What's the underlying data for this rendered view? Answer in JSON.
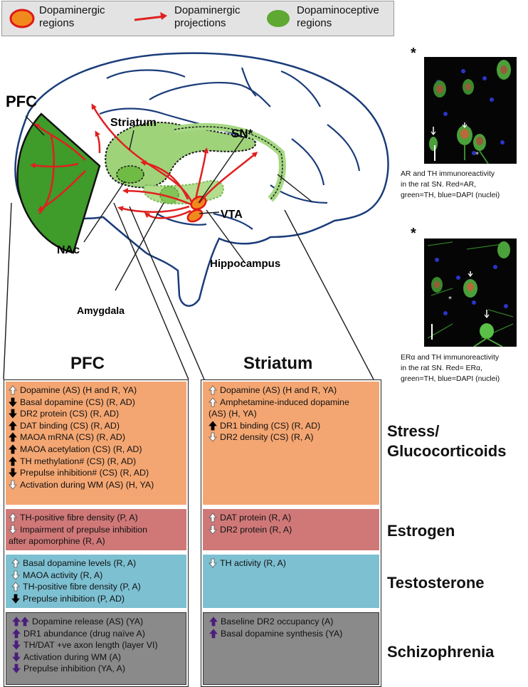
{
  "legend": {
    "regions": "Dopaminergic\nregions",
    "projections": "Dopaminergic\nprojections",
    "dopaminoceptive": "Dopaminoceptive\nregions"
  },
  "brain_labels": {
    "pfc": "PFC",
    "striatum": "Striatum",
    "sn": "SN*",
    "vta": "VTA",
    "nac": "NAc",
    "hippocampus": "Hippocampus",
    "amygdala": "Amygdala"
  },
  "panels": {
    "pfc_title": "PFC",
    "striatum_title": "Striatum"
  },
  "colors": {
    "stress": "#f4a672",
    "estrogen": "#d07878",
    "testosterone": "#7dc0d2",
    "schizophrenia": "#8a8a8a",
    "dopaminoceptive": "#6ab43c",
    "projection": "#e02020",
    "up_white": "#ffffff",
    "down_black": "#000000",
    "purple": "#4b1e7a"
  },
  "conditions": {
    "stress": "Stress/\nGlucocorticoids",
    "estrogen": "Estrogen",
    "testosterone": "Testosterone",
    "schizophrenia": "Schizophrenia"
  },
  "pfc": {
    "stress": [
      {
        "arrows": [
          "up-white"
        ],
        "text": "Dopamine (AS) (H and R, YA)"
      },
      {
        "arrows": [
          "down-black"
        ],
        "text": "Basal dopamine (CS) (R, AD)"
      },
      {
        "arrows": [
          "down-black"
        ],
        "text": "DR2 protein (CS) (R, AD)"
      },
      {
        "arrows": [
          "up-black"
        ],
        "text": "DAT binding (CS) (R, AD)"
      },
      {
        "arrows": [
          "up-black"
        ],
        "text": "MAOA mRNA (CS) (R, AD)"
      },
      {
        "arrows": [
          "up-black"
        ],
        "text": "MAOA acetylation (CS) (R, AD)"
      },
      {
        "arrows": [
          "up-black"
        ],
        "text": "TH methylation# (CS) (R, AD)"
      },
      {
        "arrows": [
          "down-black"
        ],
        "text": "Prepulse inhibition# (CS) (R, AD)"
      },
      {
        "arrows": [
          "down-white"
        ],
        "text": "Activation during WM (AS) (H, YA)"
      }
    ],
    "estrogen": [
      {
        "arrows": [
          "up-white"
        ],
        "text": "TH-positive fibre density (P, A)"
      },
      {
        "arrows": [
          "down-white"
        ],
        "text": "Impairment of prepulse inhibition"
      },
      {
        "arrows": [],
        "text": "after apomorphine (R, A)"
      }
    ],
    "testosterone": [
      {
        "arrows": [
          "up-white"
        ],
        "text": "Basal dopamine levels (R, A)"
      },
      {
        "arrows": [
          "down-white"
        ],
        "text": "MAOA activity (R, A)"
      },
      {
        "arrows": [
          "up-white"
        ],
        "text": "TH-positive fibre density (P, A)"
      },
      {
        "arrows": [
          "down-black"
        ],
        "text": "Prepulse inhibition (P, AD)"
      }
    ],
    "schizophrenia": [
      {
        "arrows": [
          "up-purple",
          "up-purple"
        ],
        "text": "Dopamine release (AS) (YA)"
      },
      {
        "arrows": [
          "up-purple"
        ],
        "text": "DR1 abundance (drug naïve A)"
      },
      {
        "arrows": [
          "down-purple"
        ],
        "text": "TH/DAT +ve axon length (layer VI)"
      },
      {
        "arrows": [
          "down-purple"
        ],
        "text": "Activation during WM (A)"
      },
      {
        "arrows": [
          "down-purple"
        ],
        "text": "Prepulse inhibition (YA, A)"
      }
    ]
  },
  "striatum": {
    "stress": [
      {
        "arrows": [
          "up-white"
        ],
        "text": "Dopamine (AS) (H and R, YA)"
      },
      {
        "arrows": [
          "up-white"
        ],
        "text": "Amphetamine-induced dopamine"
      },
      {
        "arrows": [],
        "text": "(AS) (H, YA)"
      },
      {
        "arrows": [
          "up-black"
        ],
        "text": "DR1 binding (CS) (R, AD)"
      },
      {
        "arrows": [
          "down-white"
        ],
        "text": "DR2 density (CS) (R, A)"
      }
    ],
    "estrogen": [
      {
        "arrows": [
          "up-white"
        ],
        "text": "DAT protein (R, A)"
      },
      {
        "arrows": [
          "down-white"
        ],
        "text": "DR2 protein (R, A)"
      }
    ],
    "testosterone": [
      {
        "arrows": [
          "down-white"
        ],
        "text": "TH activity (R, A)"
      }
    ],
    "schizophrenia": [
      {
        "arrows": [
          "up-purple"
        ],
        "text": "Baseline DR2 occupancy (A)"
      },
      {
        "arrows": [
          "up-purple"
        ],
        "text": "Basal dopamine synthesis (YA)"
      }
    ]
  },
  "micrographs": {
    "star": "*",
    "ar_caption": "AR and TH immunoreactivity\nin the rat SN. Red=AR,\ngreen=TH, blue=DAPI (nuclei)",
    "er_caption": "ERα and TH immunoreactivity\nin the rat SN. Red= ERα,\ngreen=TH, blue=DAPI (nuclei)"
  }
}
